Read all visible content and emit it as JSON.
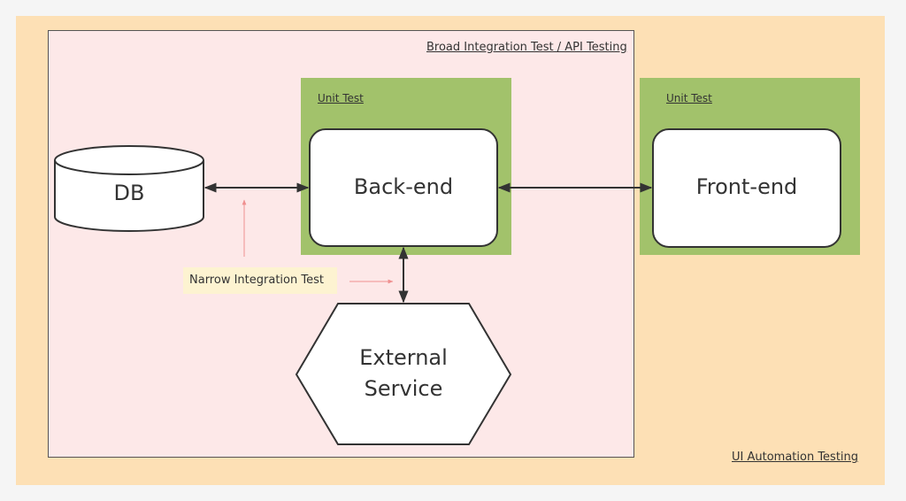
{
  "outer": {
    "label": "UI Automation Testing"
  },
  "broad": {
    "label": "Broad Integration Test / API Testing"
  },
  "backend_unit": {
    "label": "Unit Test"
  },
  "frontend_unit": {
    "label": "Unit Test"
  },
  "nodes": {
    "db": "DB",
    "backend": "Back-end",
    "frontend": "Front-end",
    "external_line1": "External",
    "external_line2": "Service"
  },
  "narrow": {
    "label": "Narrow Integration Test"
  },
  "colors": {
    "outer": "#fde0b5",
    "broad": "#fde8e8",
    "unit": "#a2c26b",
    "node": "#ffffff",
    "note": "#fdf3d1",
    "arrow": "#333333",
    "hint_arrow": "#ef8f8f"
  }
}
